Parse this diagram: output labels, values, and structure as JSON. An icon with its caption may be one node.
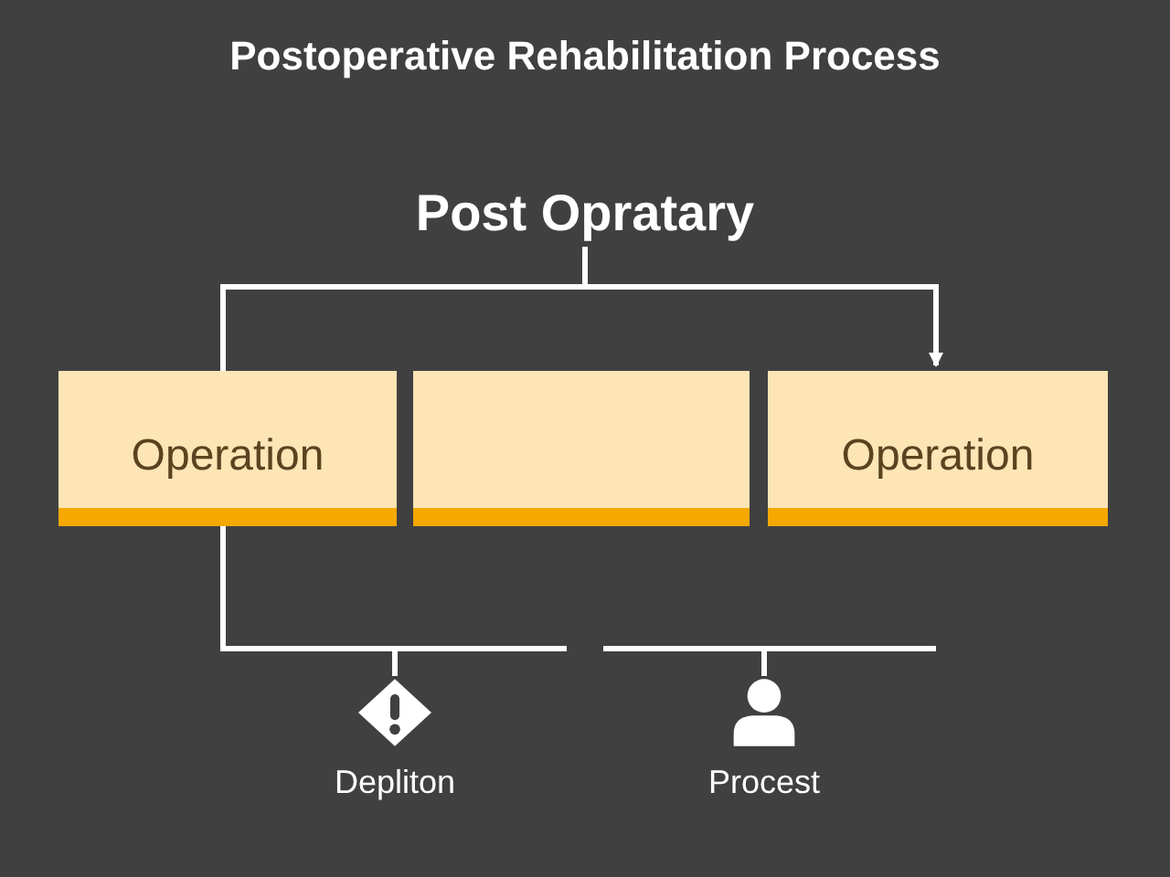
{
  "diagram": {
    "title": "Postoperative Rehabilitation Process",
    "nodes": [
      {
        "text": [
          "Post Opratary"
        ]
      },
      {
        "text": [
          "Operation"
        ]
      },
      {
        "text": [],
        "shape": "box"
      },
      {
        "text": [
          "Operation"
        ]
      },
      {
        "text": [
          "Depliton"
        ]
      },
      {
        "text": [
          "Procest"
        ]
      }
    ],
    "edges": [
      {
        "from": 0,
        "to": 1,
        "arrow": "none"
      },
      {
        "from": 0,
        "to": 3,
        "arrow": "to"
      },
      {
        "from": 1,
        "to": 4,
        "arrow": "none"
      },
      {
        "from": null,
        "to": 5,
        "arrow": "none"
      }
    ]
  }
}
